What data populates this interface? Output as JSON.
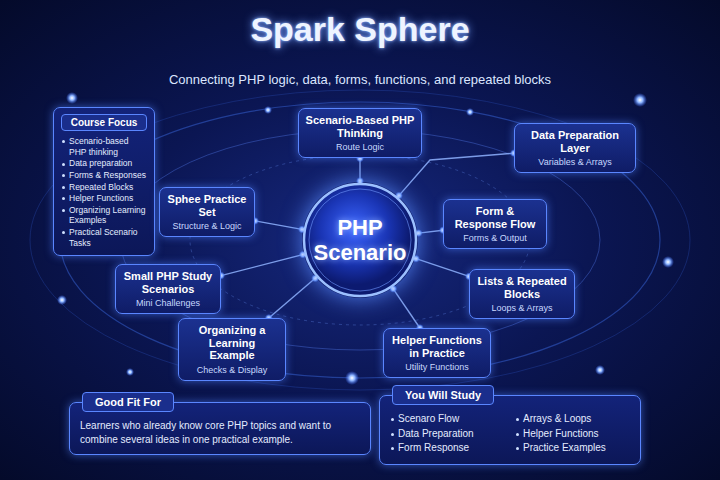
{
  "diagram": {
    "title": "Spark Sphere",
    "caption": "Connecting PHP logic, data, forms, functions, and repeated blocks",
    "nodes": [
      {
        "text": [
          "PHP Scenario"
        ]
      },
      {
        "text": [
          "Course Focus",
          "Scenario-based PHP thinking",
          "Data preparation",
          "Forms & Responses",
          "Repeated Blocks",
          "Helper Functions",
          "Organizing Learning Examples",
          "Practical Scenario Tasks"
        ]
      },
      {
        "text": [
          "Scenario-Based PHP Thinking",
          "Route Logic"
        ]
      },
      {
        "text": [
          "Data Preparation Layer",
          "Variables & Arrays"
        ]
      },
      {
        "text": [
          "Sphee Practice Set",
          "Structure & Logic"
        ]
      },
      {
        "text": [
          "Form & Response Flow",
          "Forms & Output"
        ]
      },
      {
        "text": [
          "Small PHP Study Scenarios",
          "Mini Challenges"
        ]
      },
      {
        "text": [
          "Lists & Repeated Blocks",
          "Loops & Arrays"
        ]
      },
      {
        "text": [
          "Organizing a Learning Example",
          "Checks & Display"
        ]
      },
      {
        "text": [
          "Helper Functions in Practice",
          "Utility Functions"
        ]
      },
      {
        "text": [
          "Good Fit For",
          "Learners who already know core PHP topics and want to combine several ideas in one practical example."
        ]
      },
      {
        "text": [
          "You Will Study",
          "Scenaro Flow",
          "Data Preparation",
          "Form Response",
          "Arrays & Loops",
          "Helper Functions",
          "Practice Examples"
        ]
      }
    ],
    "edges": [
      {
        "from": 0,
        "to": 2,
        "arrow": "none"
      },
      {
        "from": 0,
        "to": 3,
        "arrow": "none"
      },
      {
        "from": 0,
        "to": 4,
        "arrow": "none"
      },
      {
        "from": 0,
        "to": 5,
        "arrow": "none"
      },
      {
        "from": 0,
        "to": 6,
        "arrow": "none"
      },
      {
        "from": 0,
        "to": 7,
        "arrow": "none"
      },
      {
        "from": 0,
        "to": 8,
        "arrow": "none"
      },
      {
        "from": 0,
        "to": 9,
        "arrow": "none"
      }
    ]
  }
}
